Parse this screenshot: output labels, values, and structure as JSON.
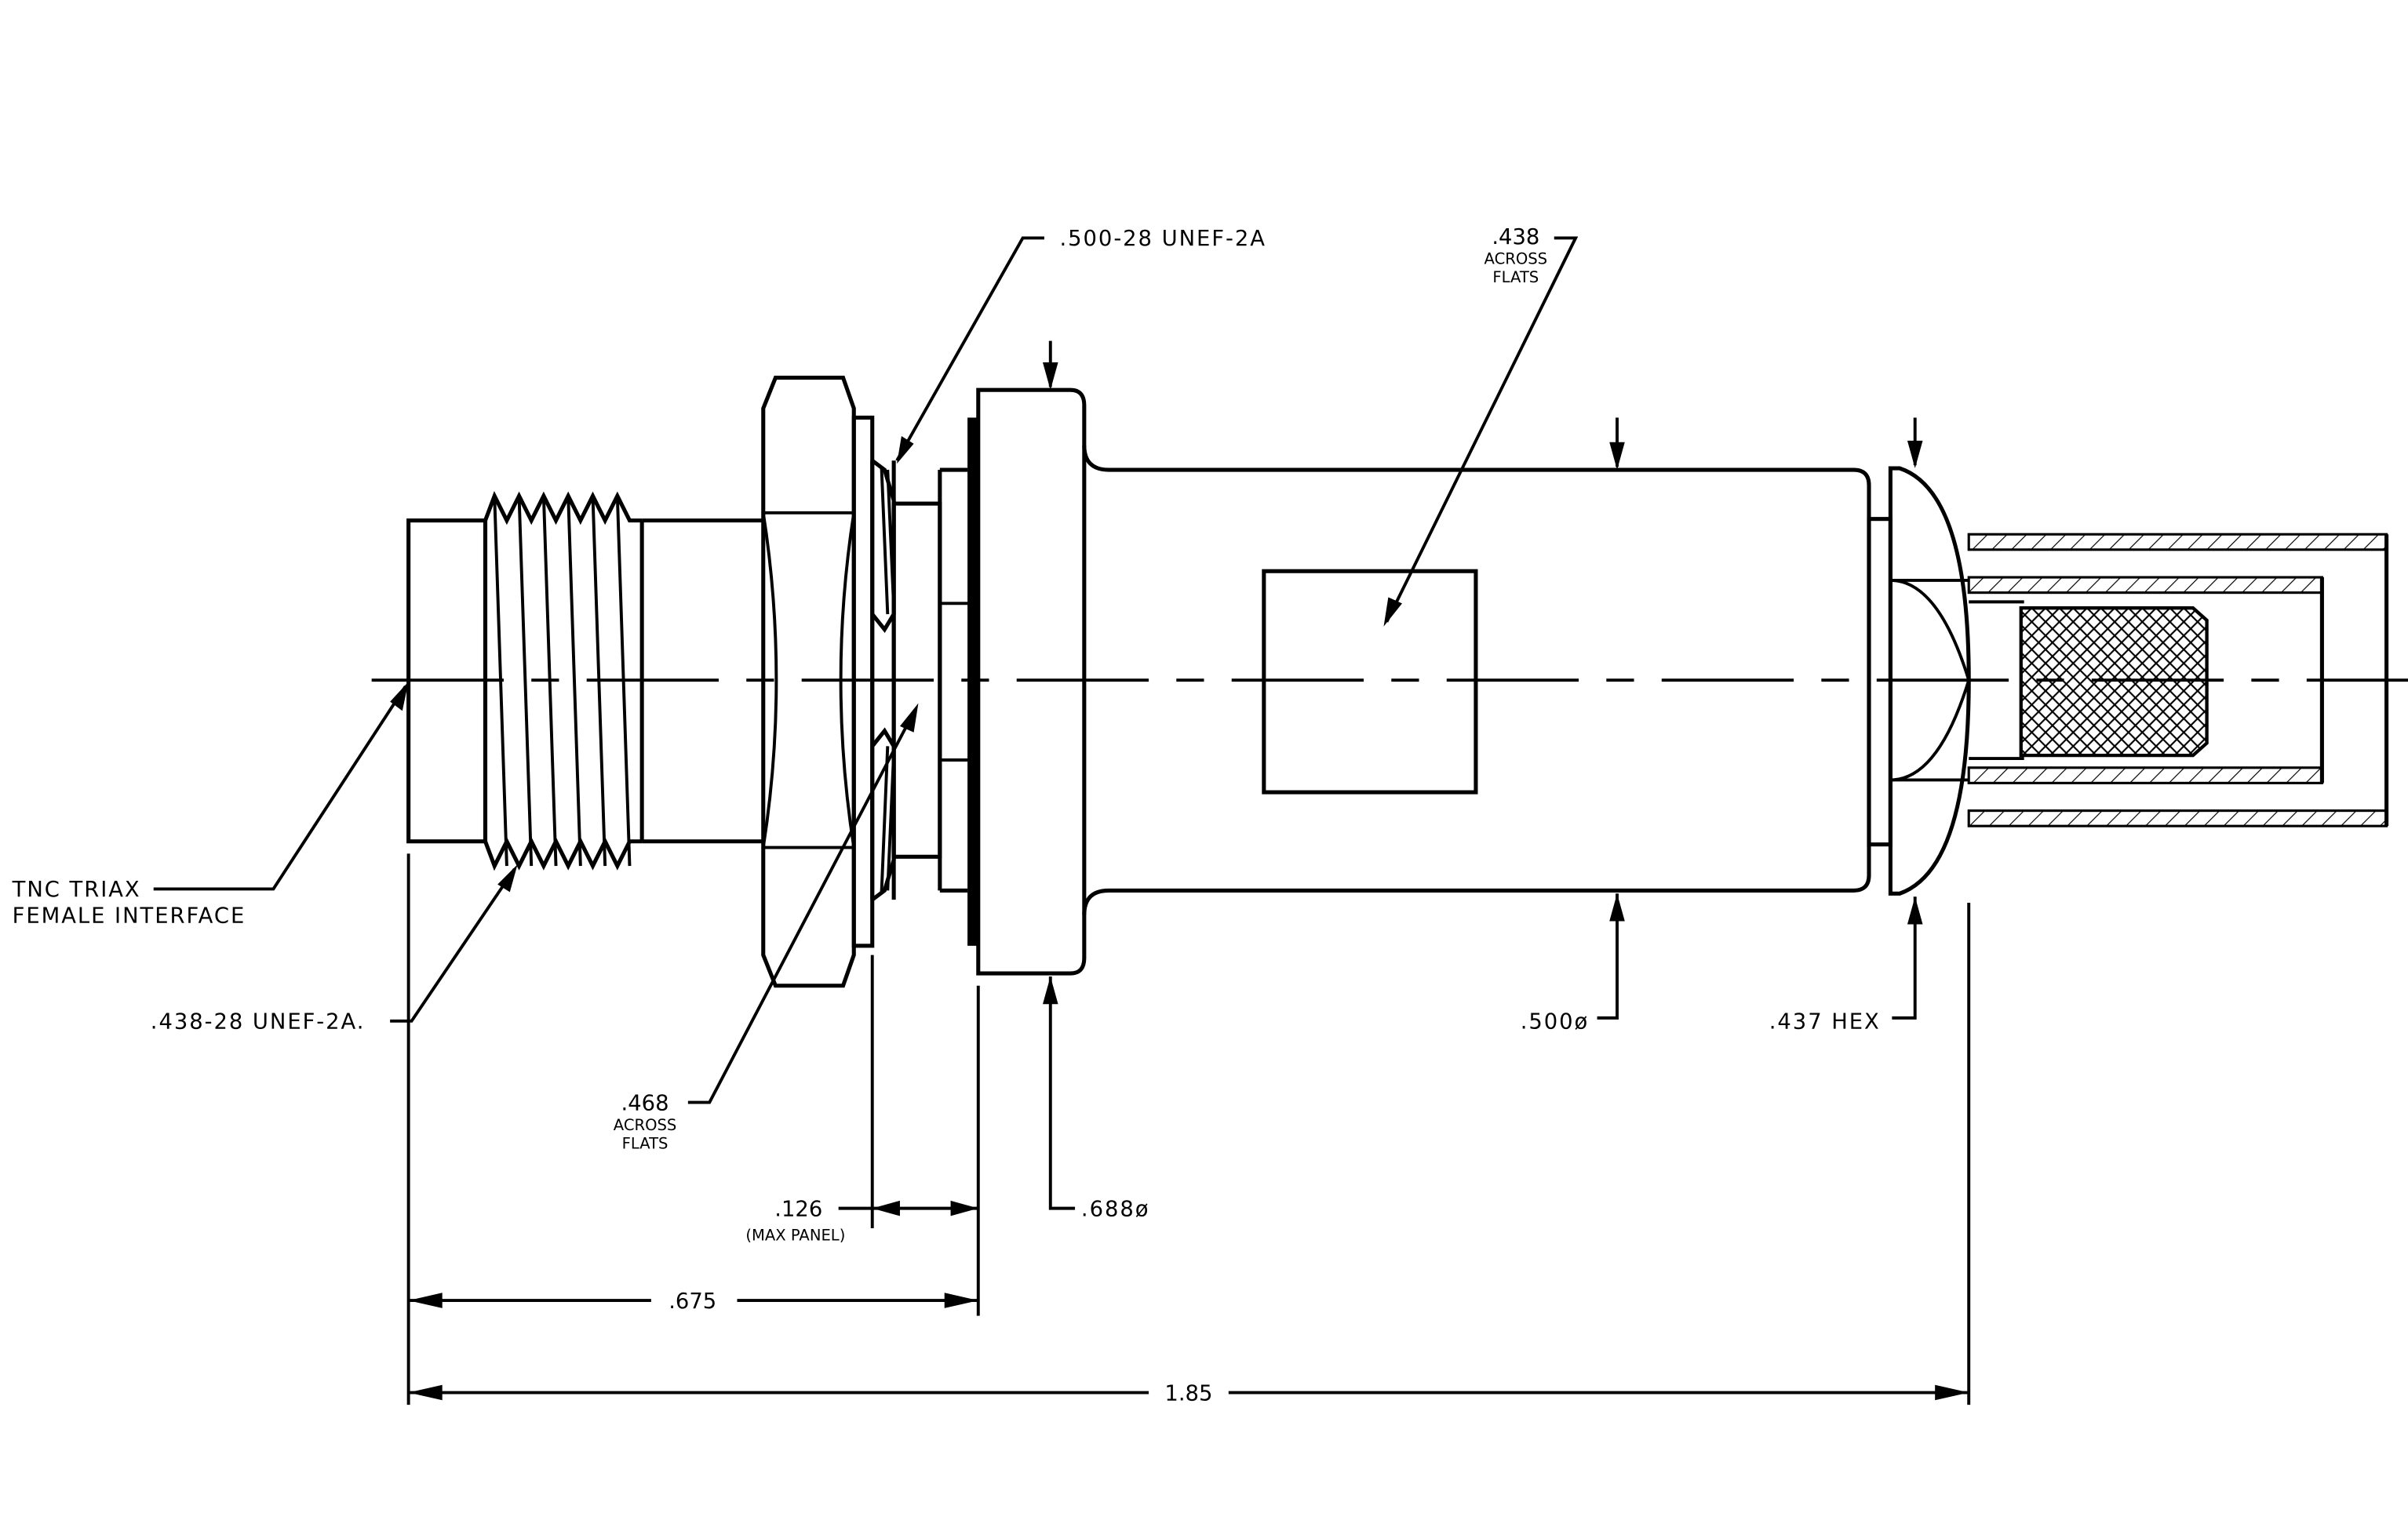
{
  "drawing": {
    "colors": {
      "line": "#000000",
      "background": "#ffffff"
    },
    "labels": {
      "thread_500": ".500-28 UNEF-2A",
      "across_438_value": ".438",
      "across_438_line1": "ACROSS",
      "across_438_line2": "FLATS",
      "interface_line1": "TNC TRIAX",
      "interface_line2": "FEMALE INTERFACE",
      "thread_438": ".438-28 UNEF-2A.",
      "across_468_value": ".468",
      "across_468_line1": "ACROSS",
      "across_468_line2": "FLATS",
      "panel_value": ".126",
      "panel_note": "(MAX PANEL)",
      "diam_688": ".688ø",
      "diam_500": ".500ø",
      "hex_437": ".437 HEX",
      "len_675": ".675",
      "len_185": "1.85"
    }
  }
}
